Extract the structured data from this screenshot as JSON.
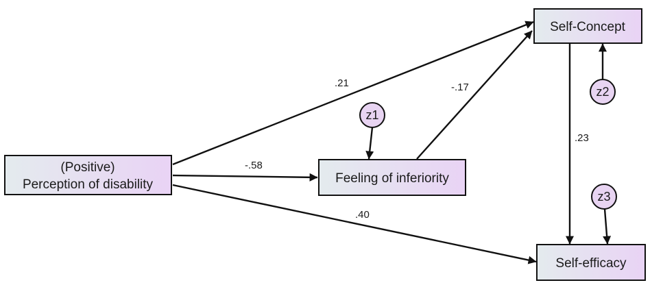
{
  "nodes": {
    "perception": {
      "line1": "(Positive)",
      "line2": "Perception of disability"
    },
    "inferiority": {
      "label": "Feeling of inferiority"
    },
    "self_concept": {
      "label": "Self-Concept"
    },
    "self_efficacy": {
      "label": "Self-efficacy"
    }
  },
  "errors": {
    "z1": "z1",
    "z2": "z2",
    "z3": "z3"
  },
  "coefficients": {
    "perception_to_self_concept": ".21",
    "perception_to_inferiority": "-.58",
    "inferiority_to_self_concept": "-.17",
    "self_concept_to_self_efficacy": ".23",
    "perception_to_self_efficacy": ".40"
  },
  "colors": {
    "box_gradient_start": "#e4ebee",
    "box_gradient_end": "#e9d3f5",
    "error_fill": "#e8d4f2",
    "line": "#111111"
  }
}
